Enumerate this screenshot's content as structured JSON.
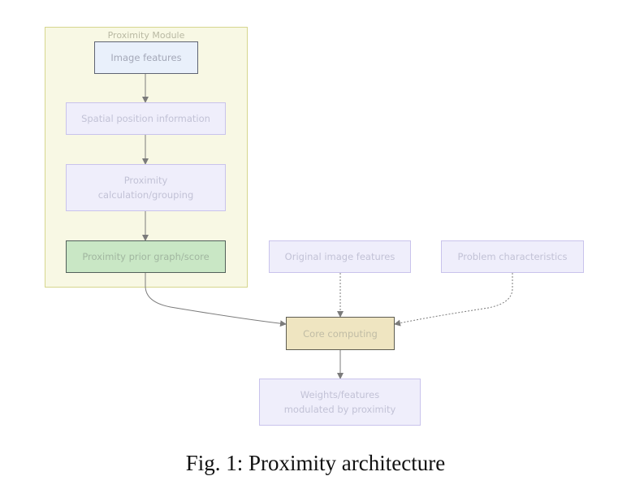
{
  "group": {
    "title": "Proximity Module"
  },
  "nodes": {
    "image_features": "Image features",
    "spatial_position": "Spatial position information",
    "proximity_calc_line1": "Proximity",
    "proximity_calc_line2": "calculation/grouping",
    "prior_graph": "Proximity prior graph/score",
    "original_features": "Original image features",
    "problem_characteristics": "Problem characteristics",
    "core_computing": "Core computing",
    "weights_line1": "Weights/features",
    "weights_line2": "modulated by proximity"
  },
  "colors": {
    "group_fill": "#f8f8e4",
    "group_border": "#d6d68e",
    "node_fill": "#efeefb",
    "node_border": "#c9c3ec",
    "image_features_fill": "#e9f0fb",
    "prior_graph_fill": "#c9e7c5",
    "core_fill": "#efe5c1",
    "edge": "#7b7b7b"
  },
  "caption": "Fig. 1: Proximity architecture"
}
